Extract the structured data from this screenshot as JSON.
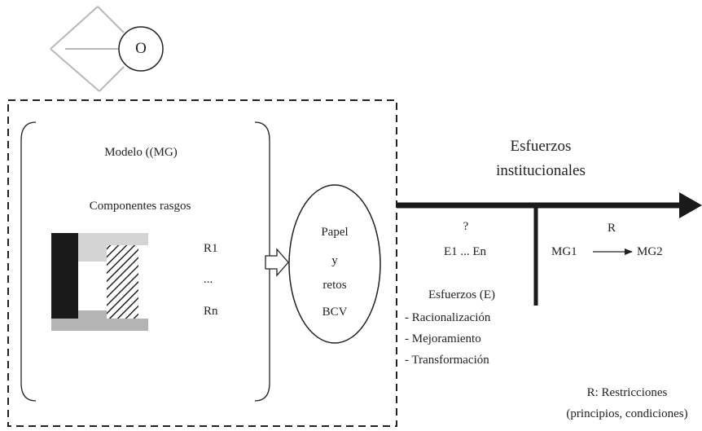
{
  "top_node": {
    "label": "O"
  },
  "model": {
    "title": "Modelo ((MG)",
    "subtitle": "Componentes rasgos",
    "r_first": "R1",
    "r_dots": "...",
    "r_last": "Rn"
  },
  "ellipse": {
    "lines": [
      "Papel",
      "y",
      "retos",
      "BCV"
    ]
  },
  "arrow": {
    "label_line1": "Esfuerzos",
    "label_line2": "institucionales"
  },
  "left_branch": {
    "question": "?",
    "range": "E1 ... En",
    "efforts_title": "Esfuerzos (E)",
    "items": [
      "- Racionalización",
      "- Mejoramiento",
      "- Transformación"
    ]
  },
  "right_branch": {
    "r_label": "R",
    "from": "MG1",
    "to": "MG2"
  },
  "legend": {
    "line1": "R: Restricciones",
    "line2": "(principios, condiciones)"
  },
  "colors": {
    "line": "#222222",
    "light_gray": "#d4d4d4",
    "mid_gray": "#b4b4b4",
    "black_bar": "#1a1a1a"
  }
}
